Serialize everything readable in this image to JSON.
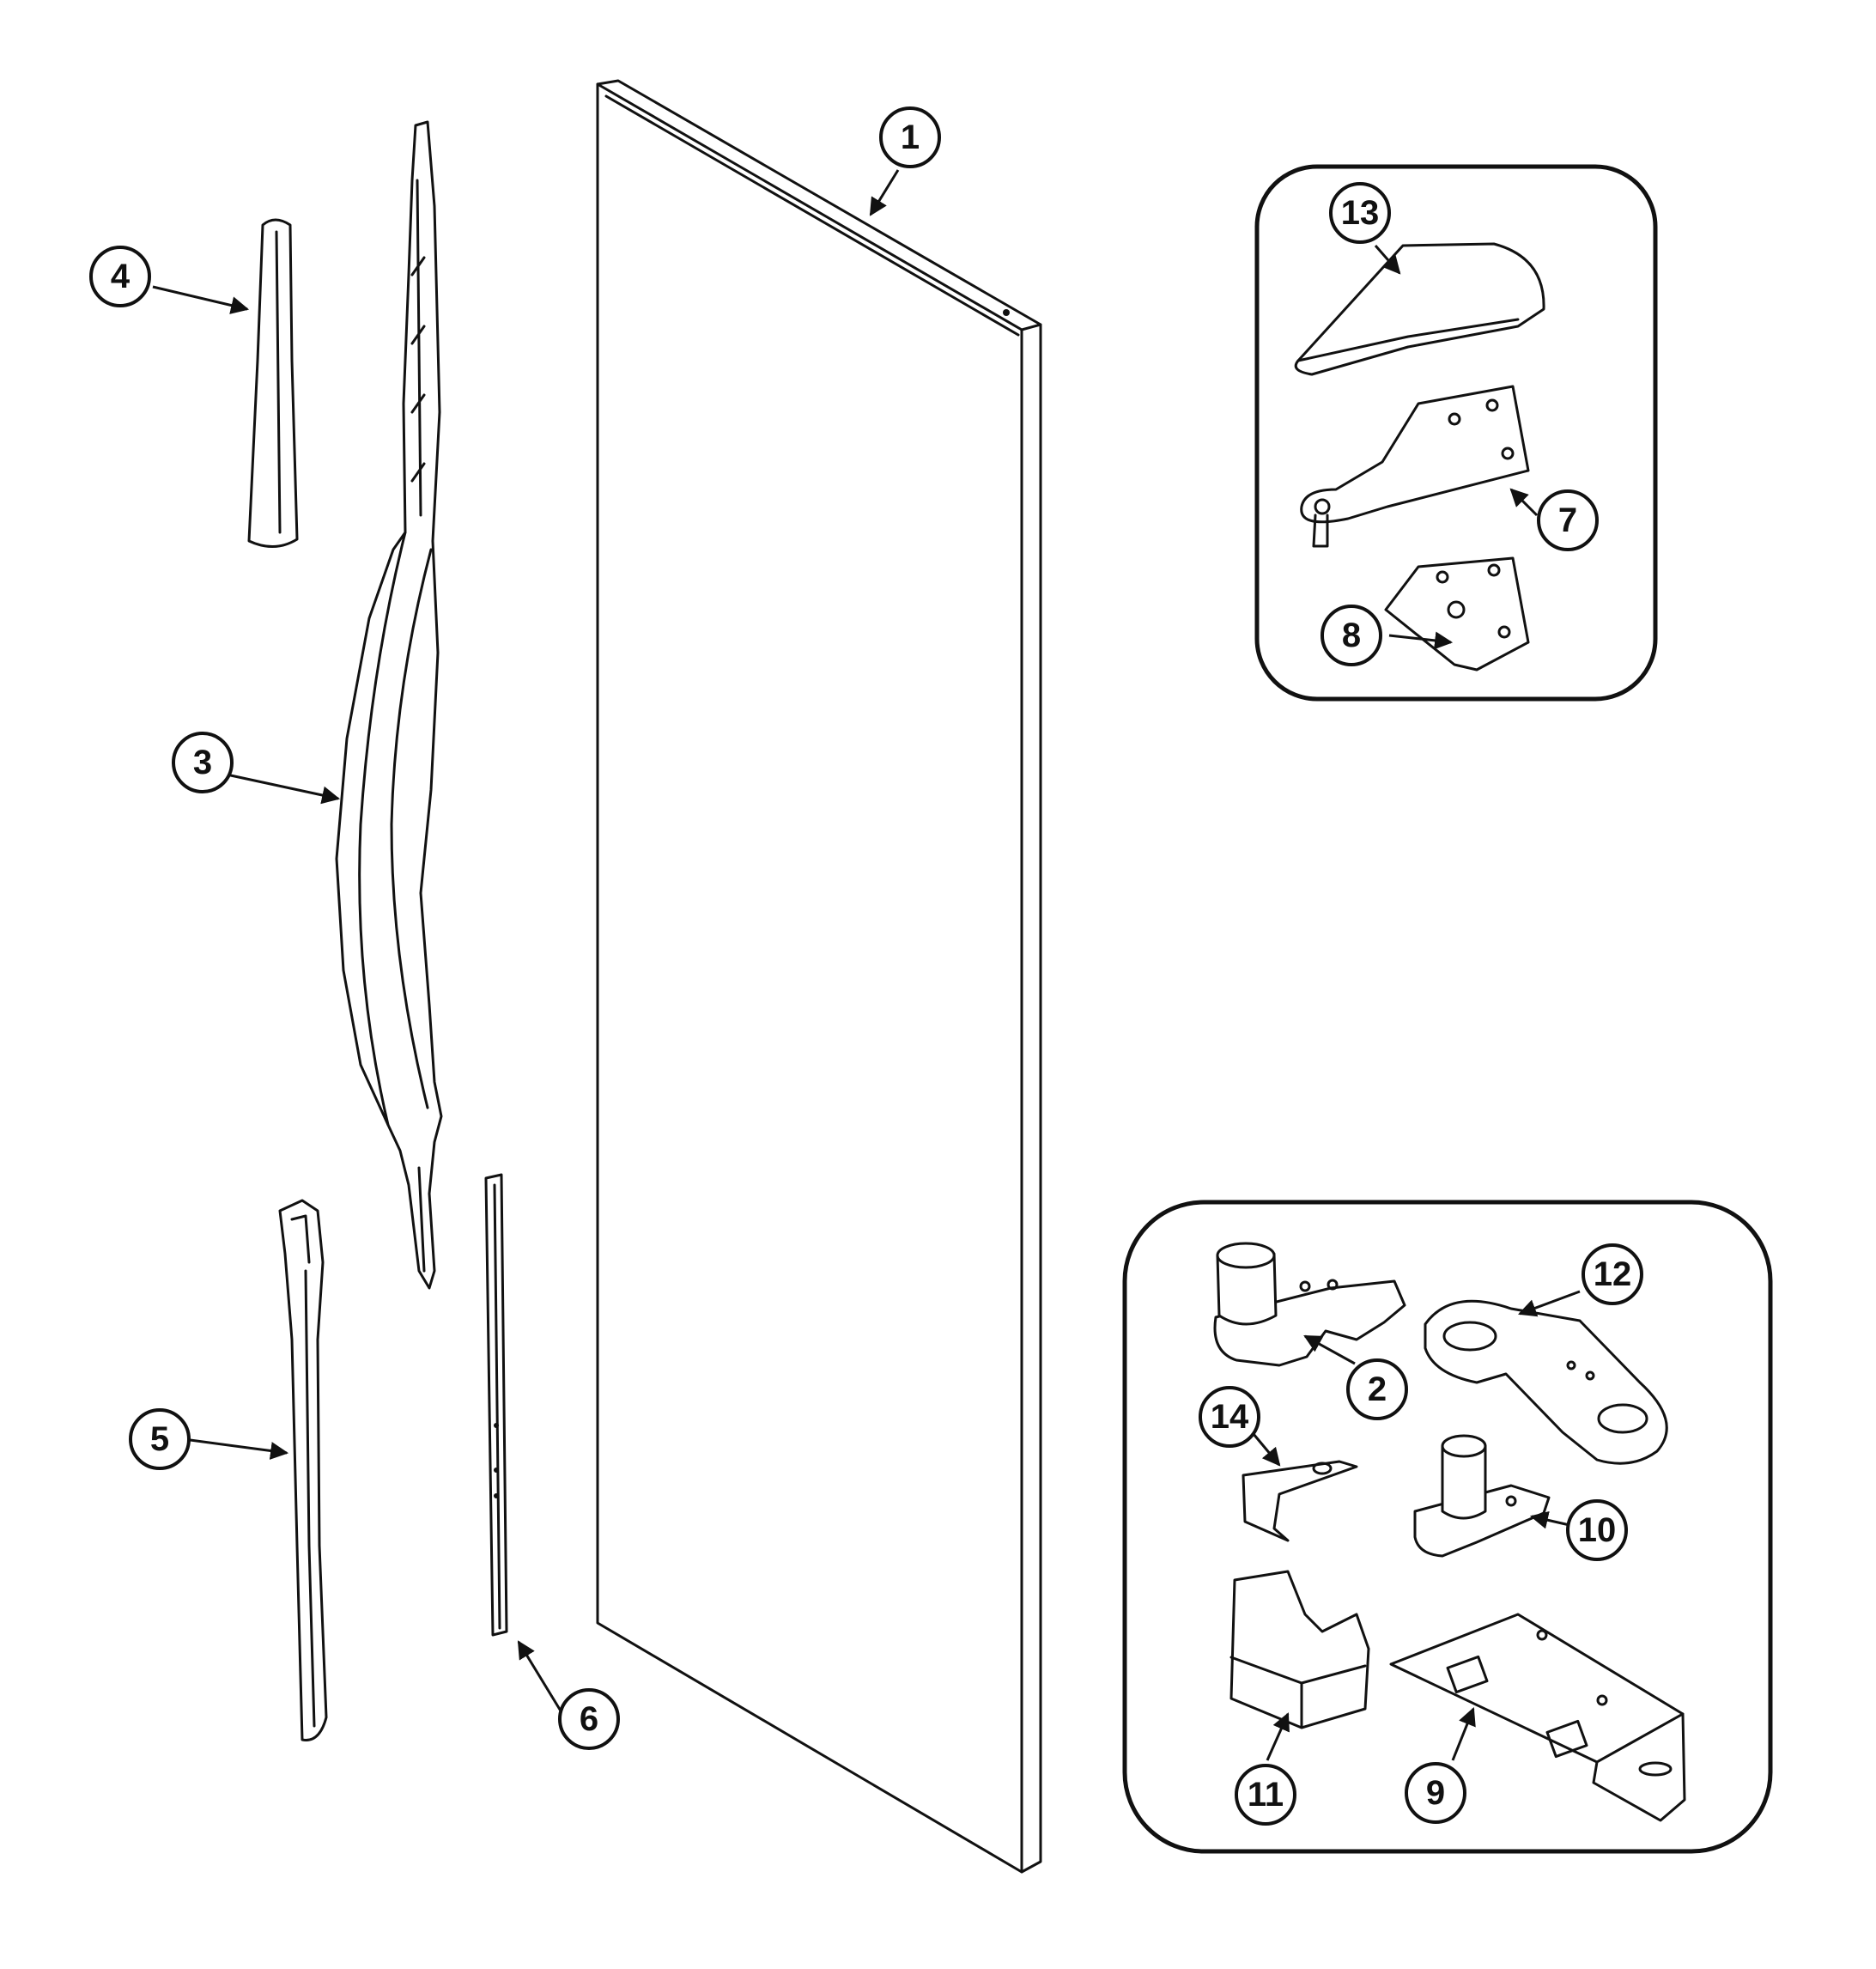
{
  "diagram": {
    "callouts": [
      {
        "id": "c1",
        "label": "1"
      },
      {
        "id": "c2",
        "label": "2"
      },
      {
        "id": "c3",
        "label": "3"
      },
      {
        "id": "c4",
        "label": "4"
      },
      {
        "id": "c5",
        "label": "5"
      },
      {
        "id": "c6",
        "label": "6"
      },
      {
        "id": "c7",
        "label": "7"
      },
      {
        "id": "c8",
        "label": "8"
      },
      {
        "id": "c9",
        "label": "9"
      },
      {
        "id": "c10",
        "label": "10"
      },
      {
        "id": "c11",
        "label": "11"
      },
      {
        "id": "c12",
        "label": "12"
      },
      {
        "id": "c13",
        "label": "13"
      },
      {
        "id": "c14",
        "label": "14"
      }
    ]
  }
}
